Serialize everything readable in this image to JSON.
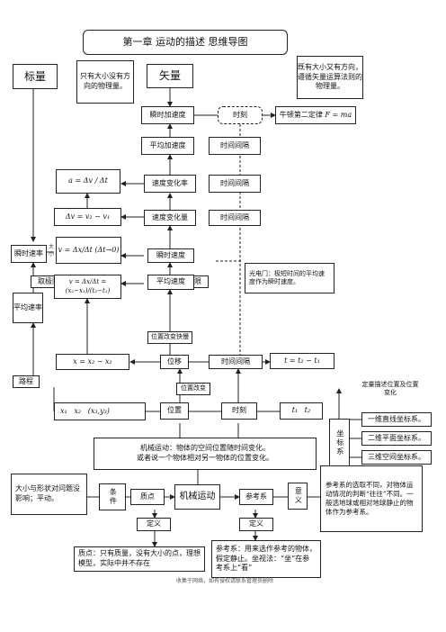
{
  "title": "第一章 运动的描述 思维导图",
  "scalar": {
    "label": "标量",
    "desc": "只有大小没有方向的物理量。"
  },
  "vector": {
    "label": "矢量",
    "desc": "既有大小又有方向，遵循矢量运算法则的物理量。"
  },
  "nodes": {
    "instant_accel": "瞬时加速度",
    "moment_top": "时刻",
    "newton": "牛顿第二定律",
    "newton_formula": "F = ma",
    "avg_accel": "平均加速度",
    "interval1": "时间间隔",
    "accel_formula": "a = Δv / Δt",
    "rate_change": "速度变化率",
    "interval2": "时间间隔",
    "dv_formula": "Δv = v₂ − v₁",
    "v_change": "速度变化量",
    "interval3": "时间间隔",
    "instant_speed": "瞬时速率",
    "size_label": "大小",
    "v_limit_formula": "v = Δx/Δt (Δt→0)",
    "instant_velocity": "瞬时速度",
    "take_limit1": "取极限",
    "take_limit2": "取极限",
    "photogate": "光电门：极短时间的平均速度作为瞬时速度。",
    "avg_speed": "平均速率",
    "avg_v_formula": "v = Δx/Δt = (x₂−x₁)/(t₂−t₁)",
    "avg_velocity": "平均速度",
    "pos_change_speed": "位置改变快慢",
    "dx_formula": "x = x₂ − x₁",
    "displacement": "位移",
    "interval4": "时间间隔",
    "dt_formula": "t = t₂ − t₁",
    "path": "路程",
    "pos_change": "位置改变",
    "coords": "x₁   x₂   (x₃,y₃)",
    "position": "位置",
    "moment": "时刻",
    "t_pair": "t₁   t₂",
    "quant_pos": "定量描述位置及位置变化",
    "coord_sys": "坐标系",
    "one_dim": "一维直线坐标系。",
    "two_dim": "二维平面坐标系。",
    "three_dim": "三维空间坐标系。",
    "motion_line1": "机械运动：物体的空间位置随时间变化。",
    "motion_line2": "或者说一个物体相对另一物体的位置变化。",
    "size_shape": "大小与形状对问题没影响；平动。",
    "condition": "条件",
    "particle": "质点",
    "mech_motion": "机械运动",
    "ref_frame": "参考系",
    "meaning": "意义",
    "ref_note": "参考系的选取不同，对物体运动情况的判断“往往”不同。一般选地球或相对地球静止的物体作为参考系。",
    "def1": "定义",
    "def2": "定义",
    "particle_def": "质点：只有质量，没有大小的点，理想模型，实际中并不存在",
    "ref_def": "参考系：用来选作参考的物体，假定静止。坐视法：“坐”在参考系上“看”"
  },
  "footer": "收集于网络，如有侵权请联系管理员删除"
}
